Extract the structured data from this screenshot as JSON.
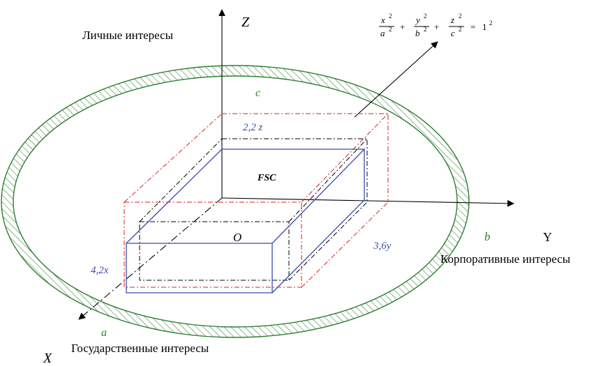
{
  "axes": {
    "z_label": "Z",
    "y_label": "Y",
    "x_label": "X"
  },
  "labels": {
    "personal_interests": "Личные интересы",
    "corporate_interests": "Корпоративные интересы",
    "state_interests": "Государственные интересы",
    "origin": "O",
    "box_name": "FSC",
    "semi_axis_a": "a",
    "semi_axis_b": "b",
    "semi_axis_c": "c",
    "dim_x": "4,2x",
    "dim_y": "3,6y",
    "dim_z": "2,2 z"
  },
  "equation": {
    "x_num": "x",
    "y_num": "y",
    "z_num": "z",
    "a_den": "a",
    "b_den": "b",
    "c_den": "c",
    "power": "2",
    "plus": "+",
    "equals": "=",
    "one": "1"
  },
  "colors": {
    "axis": "#000000",
    "ellipsoid": "#2e7d32",
    "inner_box": "#3b4bb0",
    "outer_box": "#d62020",
    "mid_box": "#000000",
    "green_text": "#2e7d32",
    "blue_text": "#3b4bb0"
  }
}
